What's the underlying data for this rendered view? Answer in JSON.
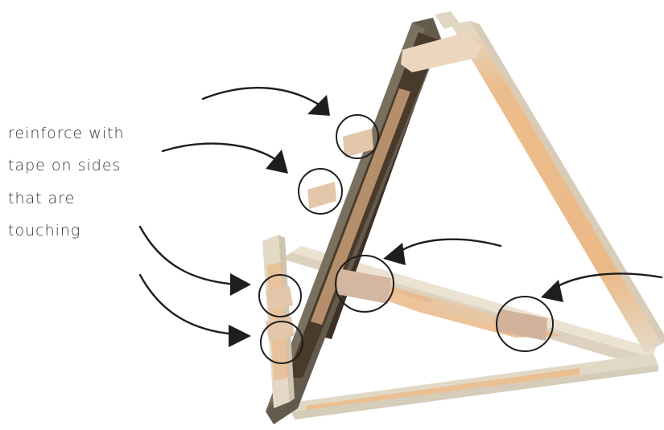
{
  "annotation": {
    "lines": [
      "reinforce with",
      "tape on sides",
      "that are",
      "touching"
    ]
  },
  "colors": {
    "stick_dark": "#4a3a2b",
    "stick_cream": "#e6dccb",
    "stick_orange": "#e9b886",
    "tape": "#d9b9a0",
    "ink": "#1e1e1e"
  }
}
